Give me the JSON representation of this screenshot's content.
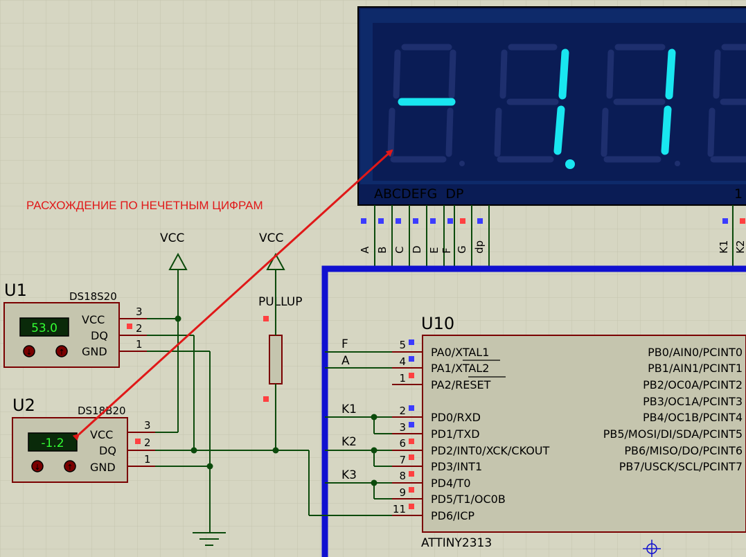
{
  "annotation": "РАСХОЖДЕНИЕ ПО НЕЧЕТНЫМ ЦИФРАМ",
  "display": {
    "segment_labels": "ABCDEFG  DP",
    "right_label": "1",
    "pin_labels": [
      "A",
      "B",
      "C",
      "D",
      "E",
      "F",
      "G",
      "dp"
    ],
    "common_labels": [
      "K1",
      "K2"
    ]
  },
  "power": {
    "vcc1": "VCC",
    "vcc2": "VCC"
  },
  "pullup": {
    "label": "PULLUP"
  },
  "u1": {
    "ref": "U1",
    "part": "DS18S20",
    "value": "53.0",
    "pins": [
      "VCC",
      "DQ",
      "GND"
    ],
    "pin_numbers": [
      "3",
      "2",
      "1"
    ]
  },
  "u2": {
    "ref": "U2",
    "part": "DS18B20",
    "value": "-1.2",
    "pins": [
      "VCC",
      "DQ",
      "GND"
    ],
    "pin_numbers": [
      "3",
      "2",
      "1"
    ]
  },
  "u10": {
    "ref": "U10",
    "part": "ATTINY2313",
    "left_pins": [
      {
        "num": "5",
        "name": "PA0/XTAL1"
      },
      {
        "num": "4",
        "name": "PA1/XTAL2"
      },
      {
        "num": "1",
        "name": "PA2/RESET"
      },
      {
        "num": "2",
        "name": "PD0/RXD"
      },
      {
        "num": "3",
        "name": "PD1/TXD"
      },
      {
        "num": "6",
        "name": "PD2/INT0/XCK/CKOUT"
      },
      {
        "num": "7",
        "name": "PD3/INT1"
      },
      {
        "num": "8",
        "name": "PD4/T0"
      },
      {
        "num": "9",
        "name": "PD5/T1/OC0B"
      },
      {
        "num": "11",
        "name": "PD6/ICP"
      }
    ],
    "right_pins": [
      "PB0/AIN0/PCINT0",
      "PB1/AIN1/PCINT1",
      "PB2/OC0A/PCINT2",
      "PB3/OC1A/PCINT3",
      "PB4/OC1B/PCINT4",
      "PB5/MOSI/DI/SDA/PCINT5",
      "PB6/MISO/DO/PCINT6",
      "PB7/USCK/SCL/PCINT7"
    ]
  },
  "net_labels": {
    "f": "F",
    "a": "A",
    "k1": "K1",
    "k2": "K2",
    "k3": "K3"
  },
  "colors": {
    "background": "#d6d6c2",
    "wire": "#0b4a0b",
    "arrow": "#e01818",
    "display_bg": "#0a1c55",
    "segment_on": "#19e6f0",
    "segment_off": "#1e2f6e"
  }
}
